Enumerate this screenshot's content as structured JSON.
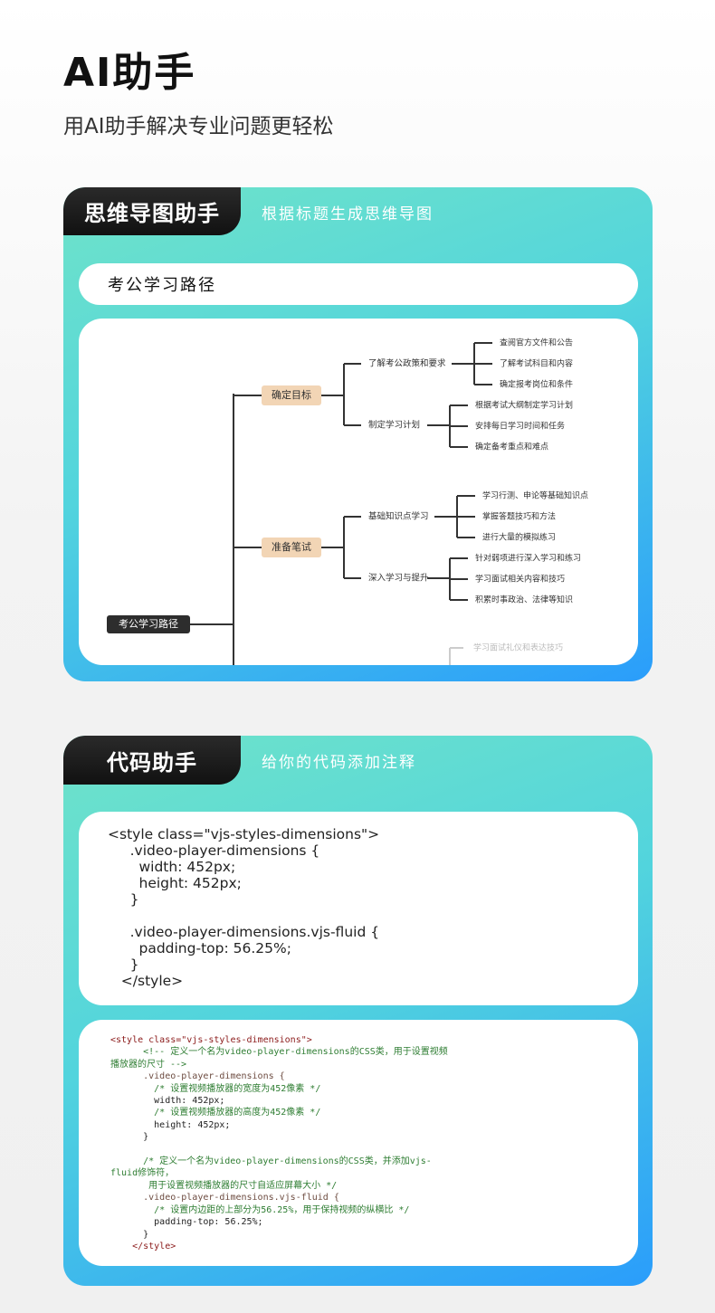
{
  "header": {
    "title": "AI助手",
    "subtitle": "用AI助手解决专业问题更轻松"
  },
  "mindmap_card": {
    "tab_label": "思维导图助手",
    "description": "根据标题生成思维导图",
    "input_value": "考公学习路径",
    "mindmap": {
      "root": "考公学习路径",
      "branches": [
        {
          "label": "确定目标",
          "children": [
            {
              "label": "了解考公政策和要求",
              "leaves": [
                "查阅官方文件和公告",
                "了解考试科目和内容",
                "确定报考岗位和条件"
              ]
            },
            {
              "label": "制定学习计划",
              "leaves": [
                "根据考试大纲制定学习计划",
                "安排每日学习时间和任务",
                "确定备考重点和难点"
              ]
            }
          ]
        },
        {
          "label": "准备笔试",
          "children": [
            {
              "label": "基础知识点学习",
              "leaves": [
                "学习行测、申论等基础知识点",
                "掌握答题技巧和方法",
                "进行大量的模拟练习"
              ]
            },
            {
              "label": "深入学习与提升",
              "leaves": [
                "针对弱项进行深入学习和练习",
                "学习面试相关内容和技巧",
                "积累时事政治、法律等知识"
              ]
            }
          ]
        }
      ],
      "faded_leaf": "学习面试礼仪和表达技巧"
    }
  },
  "code_card": {
    "tab_label": "代码助手",
    "description": "给你的代码添加注释",
    "input_code": [
      "<style class=\"vjs-styles-dimensions\">",
      "     .video-player-dimensions {",
      "       width: 452px;",
      "       height: 452px;",
      "     }",
      "",
      "     .video-player-dimensions.vjs-fluid {",
      "       padding-top: 56.25%;",
      "     }",
      "   </style>"
    ],
    "output_code": [
      {
        "cls": "c-tag",
        "text": "<style class=\"vjs-styles-dimensions\">"
      },
      {
        "cls": "c-com",
        "text": "      <!-- 定义一个名为video-player-dimensions的CSS类，用于设置视频"
      },
      {
        "cls": "c-com",
        "text": "播放器的尺寸 -->"
      },
      {
        "cls": "c-sel",
        "text": "      .video-player-dimensions {"
      },
      {
        "cls": "c-com",
        "text": "        /* 设置视频播放器的宽度为452像素 */"
      },
      {
        "cls": "",
        "text": "        width: 452px;"
      },
      {
        "cls": "c-com",
        "text": "        /* 设置视频播放器的高度为452像素 */"
      },
      {
        "cls": "",
        "text": "        height: 452px;"
      },
      {
        "cls": "",
        "text": "      }"
      },
      {
        "cls": "",
        "text": ""
      },
      {
        "cls": "c-com",
        "text": "      /* 定义一个名为video-player-dimensions的CSS类，并添加vjs-"
      },
      {
        "cls": "c-com",
        "text": "fluid修饰符，"
      },
      {
        "cls": "c-com",
        "text": "       用于设置视频播放器的尺寸自适应屏幕大小 */"
      },
      {
        "cls": "c-sel",
        "text": "      .video-player-dimensions.vjs-fluid {"
      },
      {
        "cls": "c-com",
        "text": "        /* 设置内边距的上部分为56.25%，用于保持视频的纵横比 */"
      },
      {
        "cls": "",
        "text": "        padding-top: 56.25%;"
      },
      {
        "cls": "",
        "text": "      }"
      },
      {
        "cls": "c-tag",
        "text": "    </style>"
      }
    ]
  }
}
